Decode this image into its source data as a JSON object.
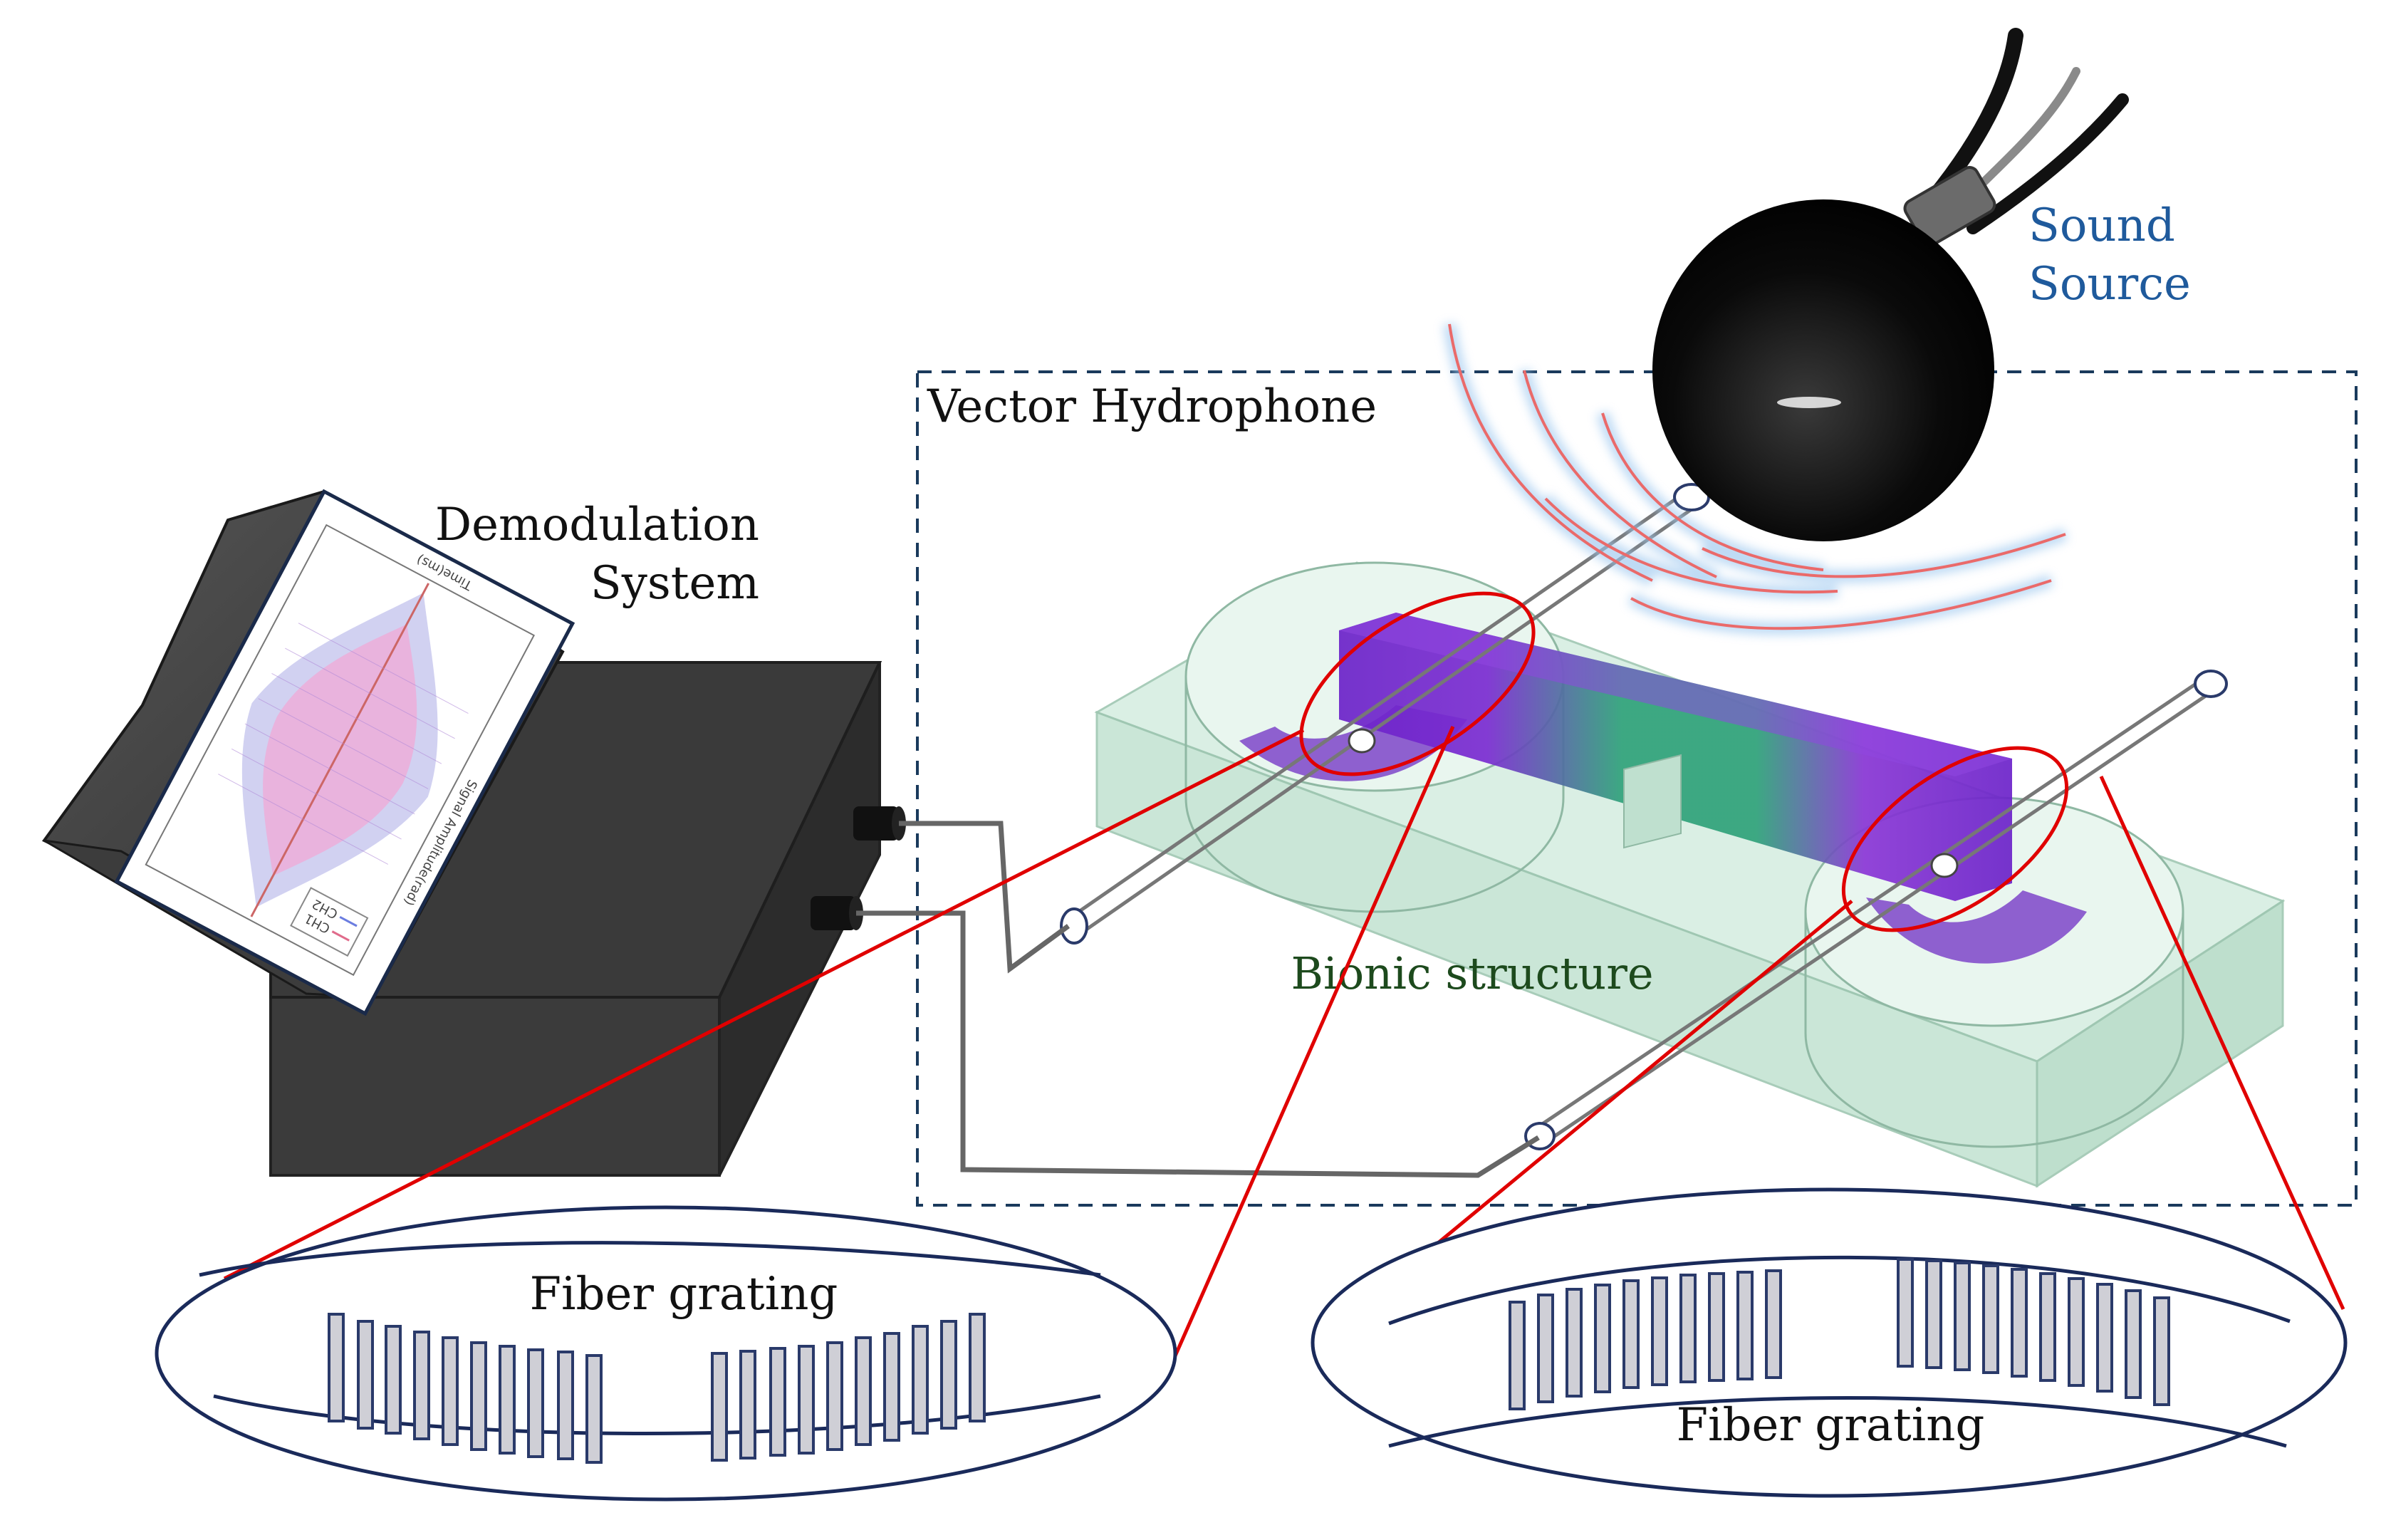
{
  "labels": {
    "demodulation_line1": "Demodulation",
    "demodulation_line2": "System",
    "vector_hydrophone": "Vector Hydrophone",
    "sound_line1": "Sound",
    "sound_line2": "Source",
    "bionic_structure": "Bionic structure",
    "fiber_grating_left": "Fiber grating",
    "fiber_grating_right": "Fiber grating"
  },
  "screen_plot": {
    "ylabel": "Signal Amplitude(rad)",
    "xlabel": "Time(ms)",
    "legend": [
      "CH1",
      "CH2"
    ]
  },
  "colors": {
    "sound_text": "#1f5a9c",
    "bionic_text": "#1d4a1d",
    "red_callout": "#e00000",
    "dashed_box": "#1a3a5c",
    "box_body": "#3a3a3a",
    "structure_fill": "#cfe8dc",
    "beam_purple": "#7a2bd1"
  }
}
